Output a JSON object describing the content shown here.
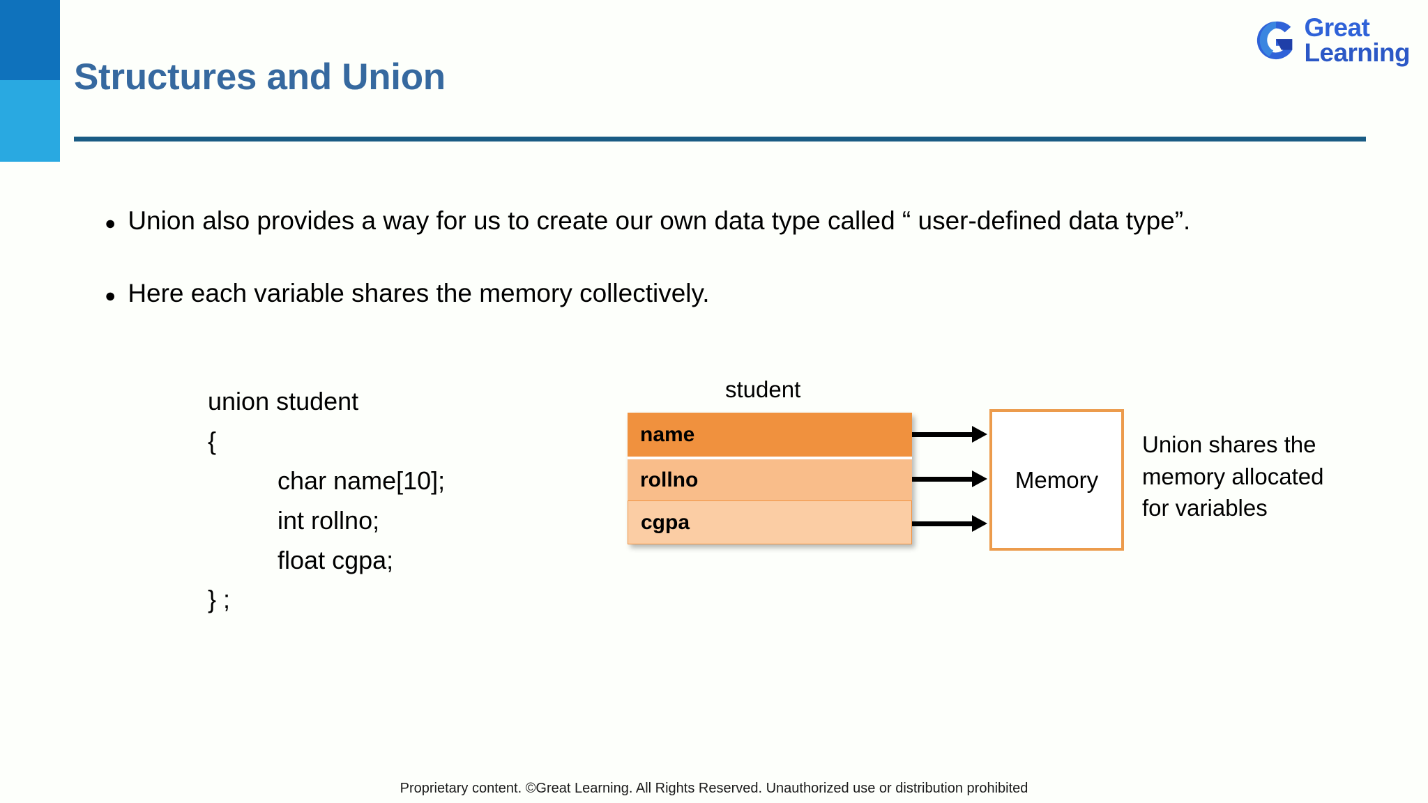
{
  "header": {
    "title": "Structures and Union",
    "rule_color": "#1a5c84",
    "title_color": "#36699f"
  },
  "logo": {
    "mark_icon": "great-learning-g-icon",
    "line1": "Great",
    "line2": "Learning",
    "color_primary": "#2f62d8",
    "color_secondary": "#1f4fb8"
  },
  "accents": {
    "bar_dark": "#0f72bc",
    "bar_light": "#29a9e1"
  },
  "bullets": [
    {
      "marker": "●",
      "text": "Union also provides a way for us to create our own data type called “ user-defined data type”."
    },
    {
      "marker": "●",
      "text": "Here each variable shares the memory collectively."
    }
  ],
  "code": {
    "text": "union student\n{\n          char name[10];\n          int rollno;\n          float cgpa;\n} ;"
  },
  "diagram": {
    "struct_label": "student",
    "bands": [
      {
        "label": "name",
        "color": "#f0913e"
      },
      {
        "label": "rollno",
        "color": "#f9bd8a"
      },
      {
        "label": "cgpa",
        "color": "#fbcda4"
      }
    ],
    "arrows": [
      {
        "icon": "arrow-right-icon"
      },
      {
        "icon": "arrow-right-icon"
      },
      {
        "icon": "arrow-right-icon"
      }
    ],
    "memory_label": "Memory",
    "memory_border_color": "#ec9b4c",
    "side_note": "Union shares the memory allocated for variables"
  },
  "footer": {
    "text": "Proprietary content. ©Great Learning. All Rights Reserved. Unauthorized use or distribution prohibited"
  }
}
